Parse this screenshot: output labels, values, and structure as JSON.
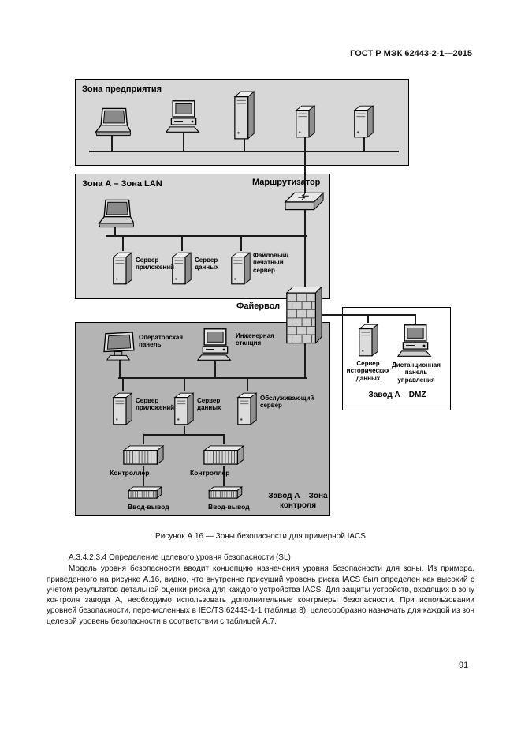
{
  "header": {
    "doc_code": "ГОСТ Р МЭК 62443-2-1—2015"
  },
  "diagram": {
    "enterprise_zone": {
      "label": "Зона предприятия"
    },
    "lan_zone": {
      "label": "Зона А – Зона LAN",
      "router_label": "Маршрутизатор",
      "app_server": "Сервер\nприложений",
      "data_server": "Сервер\nданных",
      "file_print_server": "Файловый/\nпечатный\nсервер"
    },
    "firewall_label": "Файервол",
    "dmz_zone": {
      "label": "Завод А – DMZ",
      "history_server": "Сервер\nисторических\nданных",
      "remote_panel": "Дистанционная\nпанель\nуправления"
    },
    "control_zone": {
      "label": "Завод А – Зона\nконтроля",
      "operator_panel": "Операторская\nпанель",
      "engineering_station": "Инженерная\nстанция",
      "app_server": "Сервер\nприложений",
      "data_server": "Сервер\nданных",
      "service_server": "Обслуживающий\nсервер",
      "controller": "Контроллер",
      "io": "Ввод-вывод"
    }
  },
  "caption": "Рисунок А.16 — Зоны безопасности для примерной IACS",
  "section": {
    "heading": "А.3.4.2.3.4 Определение целевого уровня безопасности (SL)",
    "body": "Модель уровня безопасности вводит концепцию назначения уровня безопасности для зоны. Из примера, приведенного на рисунке А.16, видно, что внутренне присущий уровень риска IACS был определен как высокий с учетом результатов детальной оценки риска для каждого устройства IACS. Для защиты устройств, входящих в зону контроля завода А, необходимо использовать дополнительные контрмеры безопасности. При использовании уровней безопасности, перечисленных в IEC/TS 62443-1-1 (таблица 8), целесообразно назначать для каждой из зон целевой уровень безопасности в соответствии с таблицей А.7."
  },
  "footer": {
    "page_number": "91"
  }
}
